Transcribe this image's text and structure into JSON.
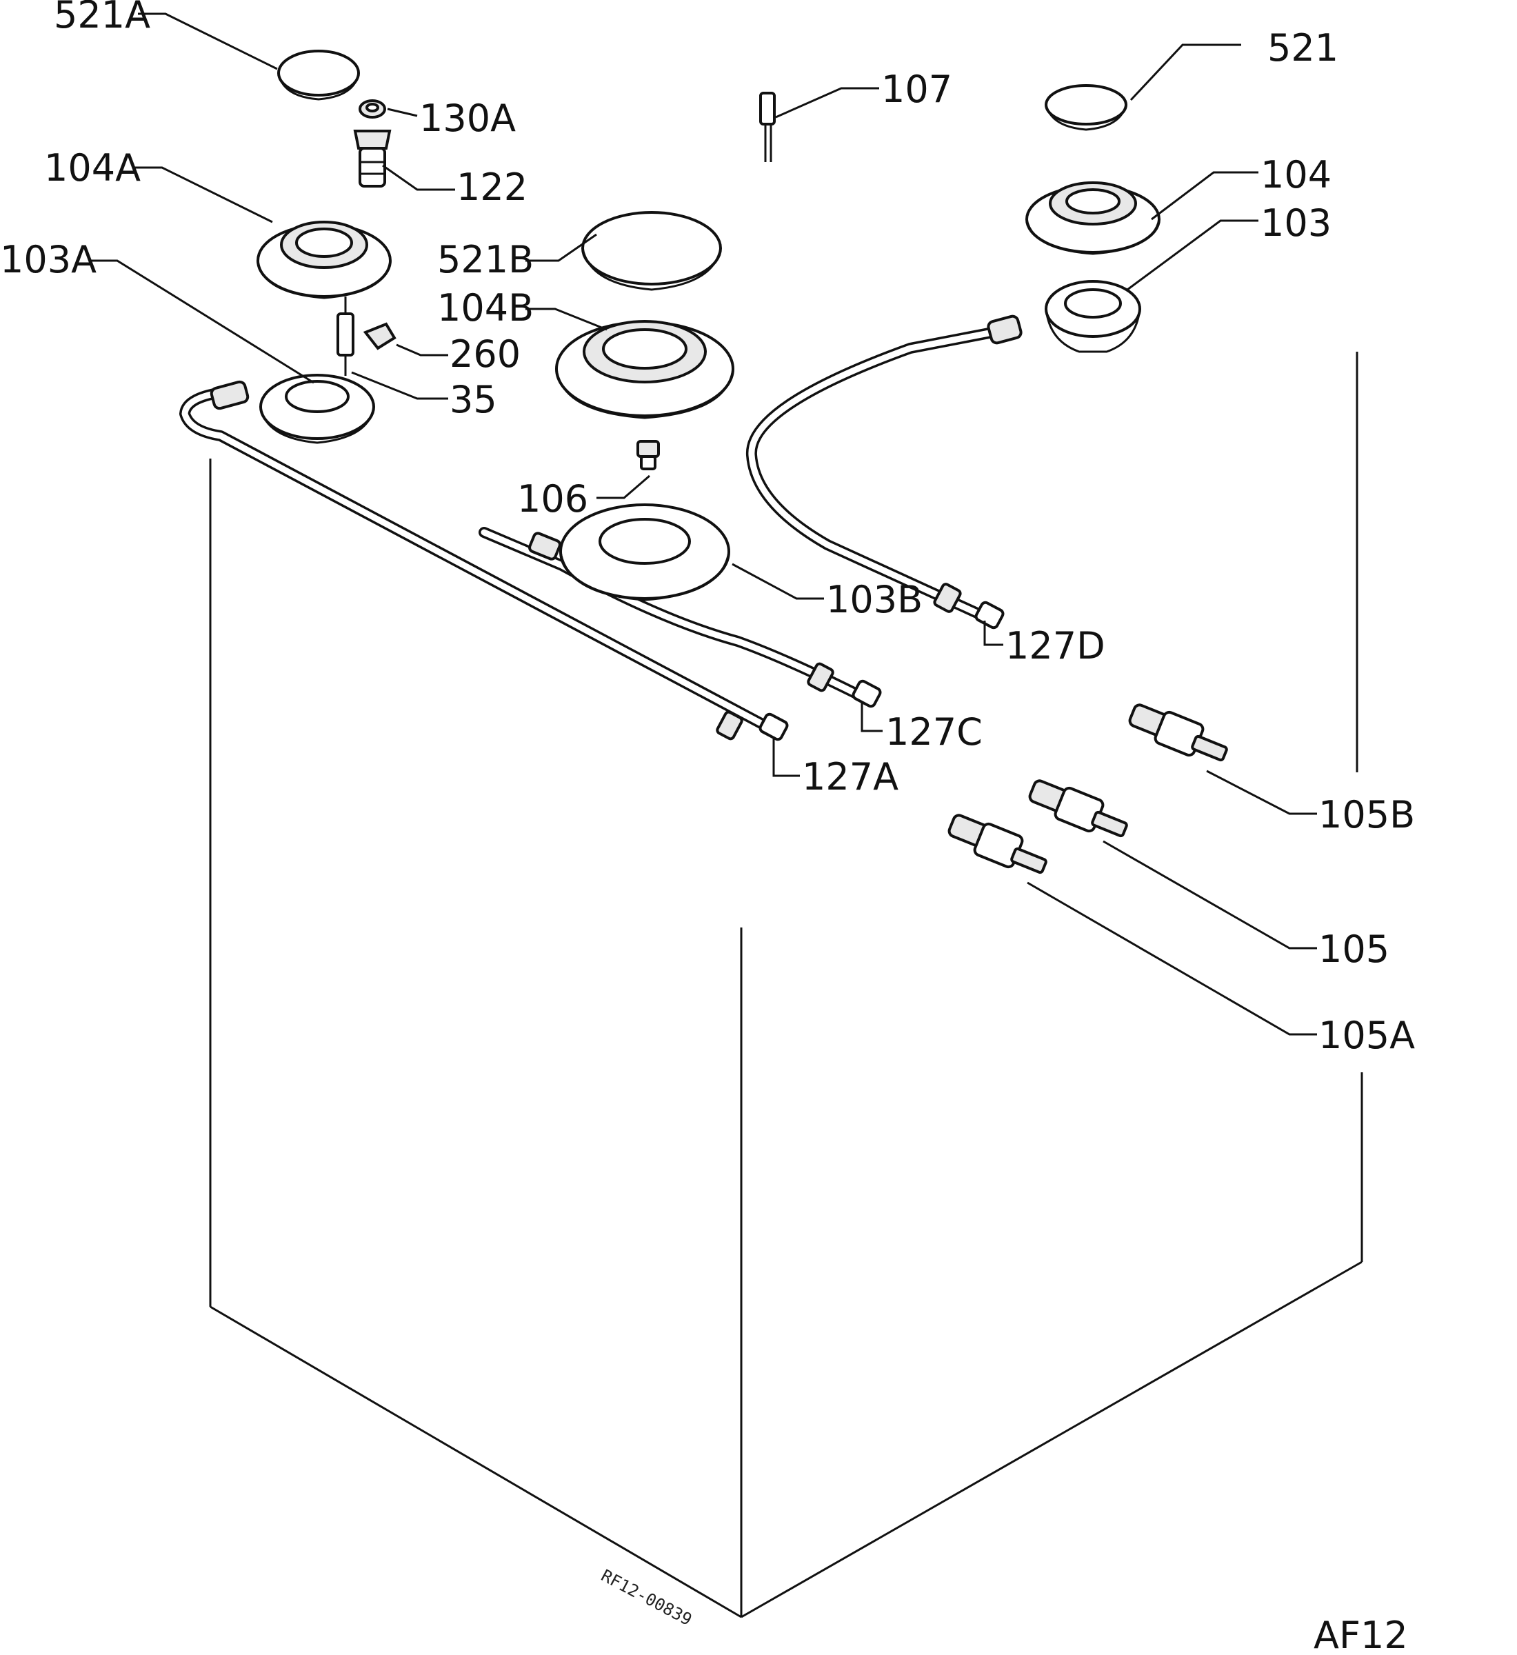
{
  "labels": {
    "l521a": "521A",
    "l130a": "130A",
    "l122": "122",
    "l104a": "104A",
    "l103a": "103A",
    "l521b": "521B",
    "l104b": "104B",
    "l260": "260",
    "l35": "35",
    "l106": "106",
    "l103b": "103B",
    "l107": "107",
    "l521": "521",
    "l104": "104",
    "l103": "103",
    "l127d": "127D",
    "l127c": "127C",
    "l127a": "127A",
    "l105b": "105B",
    "l105": "105",
    "l105a": "105A"
  },
  "drawing_code": "RF12-00839",
  "sheet_id": "AF12"
}
